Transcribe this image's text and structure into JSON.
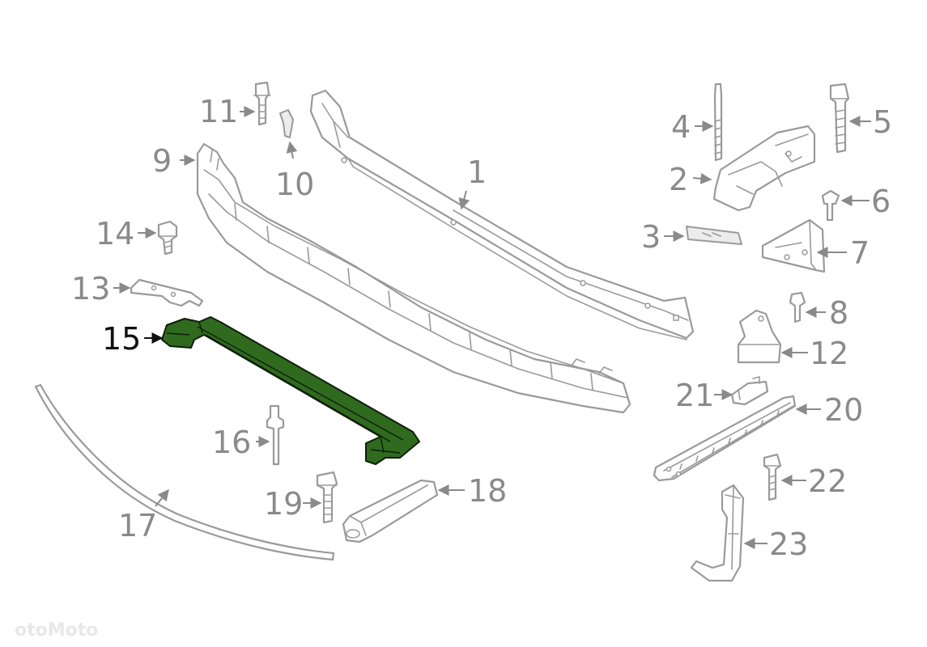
{
  "callouts": {
    "c1": "1",
    "c2": "2",
    "c3": "3",
    "c4": "4",
    "c5": "5",
    "c6": "6",
    "c7": "7",
    "c8": "8",
    "c9": "9",
    "c10": "10",
    "c11": "11",
    "c12": "12",
    "c13": "13",
    "c14": "14",
    "c15": "15",
    "c16": "16",
    "c17": "17",
    "c18": "18",
    "c19": "19",
    "c20": "20",
    "c21": "21",
    "c22": "22",
    "c23": "23"
  },
  "highlighted_part": "15",
  "colors": {
    "line_art": "#9a9a9a",
    "highlight_fill": "#2f6a1f",
    "highlight_label": "#111111"
  },
  "watermark": "otoMoto"
}
